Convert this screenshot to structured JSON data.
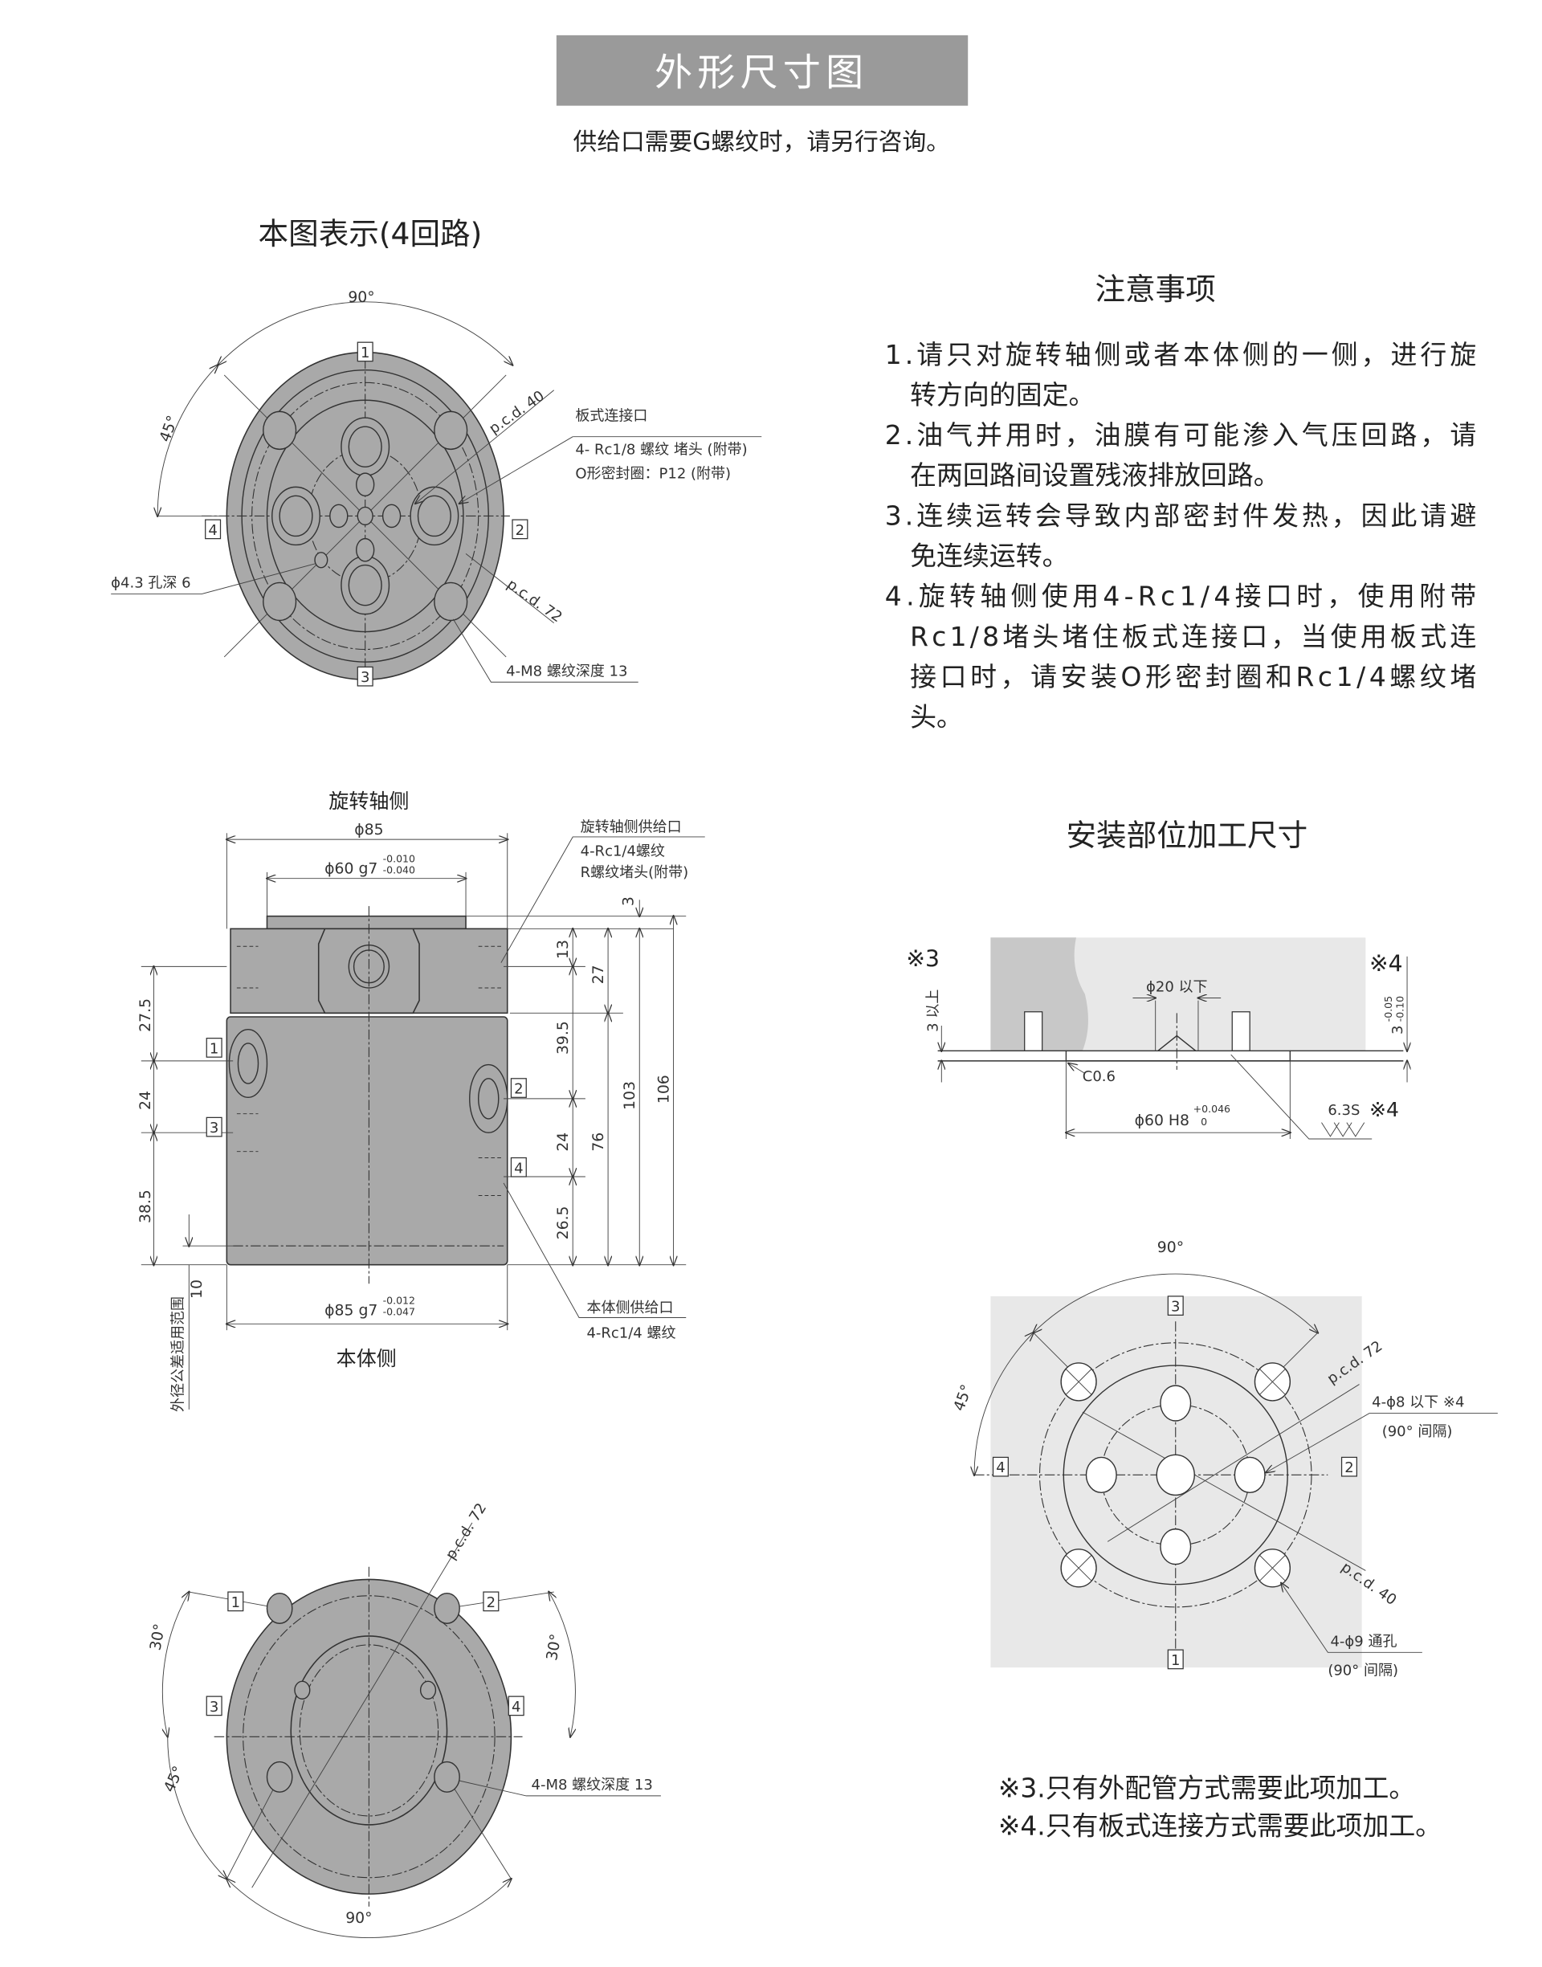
{
  "header": {
    "title": "外形尺寸图",
    "subtitle": "供给口需要G螺纹时，请另行咨询。",
    "colors": {
      "title_bg": "#9a9a9a",
      "part_fill": "#a9a9a9",
      "mount_fill": "#e8e8e8"
    }
  },
  "top_view": {
    "caption": "本图表示(4回路)",
    "angle_90": "90°",
    "angle_45": "45°",
    "pcd_40": "p.c.d. 40",
    "pcd_72": "p.c.d. 72",
    "ports": [
      "1",
      "2",
      "3",
      "4"
    ],
    "plate_port_title": "板式连接口",
    "plate_port_thread": "4- Rc1/8 螺纹  堵头 (附带)",
    "plate_port_oring": "O形密封圈：P12 (附带)",
    "pin_hole": "ϕ4.3 孔深 6",
    "m8_thread": "4-M8 螺纹深度 13"
  },
  "side_view": {
    "top_caption": "旋转轴侧",
    "bottom_caption": "本体侧",
    "dia_85": "ϕ85",
    "dia_60": "ϕ60 g7",
    "dia_60_tol_upper": "-0.010",
    "dia_60_tol_lower": "-0.040",
    "dia_85_g7": "ϕ85 g7",
    "dia_85_tol_upper": "-0.012",
    "dia_85_tol_lower": "-0.047",
    "shaft_port_title": "旋转轴侧供给口",
    "shaft_port_thread": "4-Rc1/4螺纹",
    "shaft_port_plug": "R螺纹堵头(附带)",
    "body_port_title": "本体侧供给口",
    "body_port_thread": "4-Rc1/4 螺纹",
    "tolerance_range": "外径公差适用范围",
    "dims_left": [
      "27.5",
      "24",
      "38.5",
      "10"
    ],
    "dims_right": [
      "3",
      "13",
      "39.5",
      "24",
      "26.5",
      "27",
      "76",
      "103",
      "106"
    ],
    "ports": [
      "1",
      "2",
      "3",
      "4"
    ]
  },
  "bottom_view": {
    "pcd_72": "p.c.d. 72",
    "angle_30_left": "30°",
    "angle_30_right": "30°",
    "angle_45": "45°",
    "angle_90": "90°",
    "m8_thread": "4-M8 螺纹深度 13",
    "ports": [
      "1",
      "2",
      "3",
      "4"
    ]
  },
  "notes": {
    "title": "注意事项",
    "lines": [
      "1.请只对旋转轴侧或者本体侧的一侧，进行旋",
      "转方向的固定。",
      "2.油气并用时，油膜有可能渗入气压回路，请",
      "在两回路间设置残液排放回路。",
      "3.连续运转会导致内部密封件发热，因此请避",
      "免连续运转。",
      "4.旋转轴侧使用4-Rc1/4接口时，使用附带",
      "Rc1/8堵头堵住板式连接口，当使用板式连",
      "接口时，请安装O形密封圈和Rc1/4螺纹堵",
      "头。"
    ]
  },
  "mounting": {
    "title": "安装部位加工尺寸",
    "section": {
      "mark3": "※3",
      "mark4": "※4",
      "depth_min": "3 以上",
      "depth_tol": "3",
      "depth_tol_upper": "-0.05",
      "depth_tol_lower": "-0.10",
      "center_hole": "ϕ20 以下",
      "chamfer": "C0.6",
      "bore": "ϕ60 H8",
      "bore_tol_upper": "+0.046",
      "bore_tol_lower": "0",
      "roughness": "6.3S",
      "roughness_mark": "※4"
    },
    "plan": {
      "angle_90": "90°",
      "angle_45": "45°",
      "pcd_72": "p.c.d. 72",
      "pcd_40": "p.c.d. 40",
      "port_holes": "4-ϕ8 以下 ※4",
      "port_holes_spacing": "(90°  间隔)",
      "through_holes": "4-ϕ9 通孔",
      "through_holes_spacing": "(90°  间隔)",
      "ports": [
        "3",
        "1",
        "4",
        "2"
      ]
    },
    "footnotes": [
      "※3.只有外配管方式需要此项加工。",
      "※4.只有板式连接方式需要此项加工。"
    ]
  }
}
